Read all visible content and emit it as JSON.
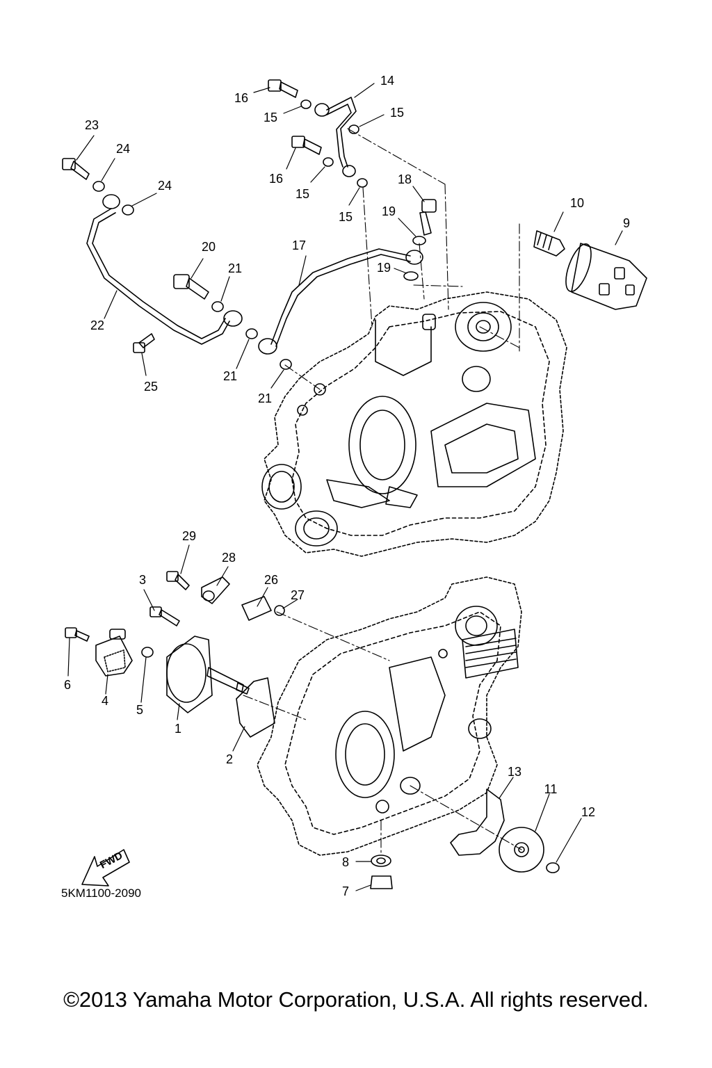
{
  "callouts": [
    {
      "id": "c1",
      "text": "1"
    },
    {
      "id": "c2",
      "text": "2"
    },
    {
      "id": "c3",
      "text": "3"
    },
    {
      "id": "c4",
      "text": "4"
    },
    {
      "id": "c5",
      "text": "5"
    },
    {
      "id": "c6",
      "text": "6"
    },
    {
      "id": "c7",
      "text": "7"
    },
    {
      "id": "c8",
      "text": "8"
    },
    {
      "id": "c9",
      "text": "9"
    },
    {
      "id": "c10",
      "text": "10"
    },
    {
      "id": "c11",
      "text": "11"
    },
    {
      "id": "c12",
      "text": "12"
    },
    {
      "id": "c13",
      "text": "13"
    },
    {
      "id": "c14",
      "text": "14"
    },
    {
      "id": "c15a",
      "text": "15"
    },
    {
      "id": "c15b",
      "text": "15"
    },
    {
      "id": "c15c",
      "text": "15"
    },
    {
      "id": "c15d",
      "text": "15"
    },
    {
      "id": "c16a",
      "text": "16"
    },
    {
      "id": "c16b",
      "text": "16"
    },
    {
      "id": "c17",
      "text": "17"
    },
    {
      "id": "c18",
      "text": "18"
    },
    {
      "id": "c19a",
      "text": "19"
    },
    {
      "id": "c19b",
      "text": "19"
    },
    {
      "id": "c20",
      "text": "20"
    },
    {
      "id": "c21a",
      "text": "21"
    },
    {
      "id": "c21b",
      "text": "21"
    },
    {
      "id": "c21c",
      "text": "21"
    },
    {
      "id": "c22",
      "text": "22"
    },
    {
      "id": "c23",
      "text": "23"
    },
    {
      "id": "c24a",
      "text": "24"
    },
    {
      "id": "c24b",
      "text": "24"
    },
    {
      "id": "c25",
      "text": "25"
    },
    {
      "id": "c26",
      "text": "26"
    },
    {
      "id": "c27",
      "text": "27"
    },
    {
      "id": "c28",
      "text": "28"
    },
    {
      "id": "c29",
      "text": "29"
    }
  ],
  "fwd_label": "FWD",
  "part_code": "5KM1100-2090",
  "copyright": "©2013 Yamaha Motor Corporation, U.S.A. All rights reserved."
}
